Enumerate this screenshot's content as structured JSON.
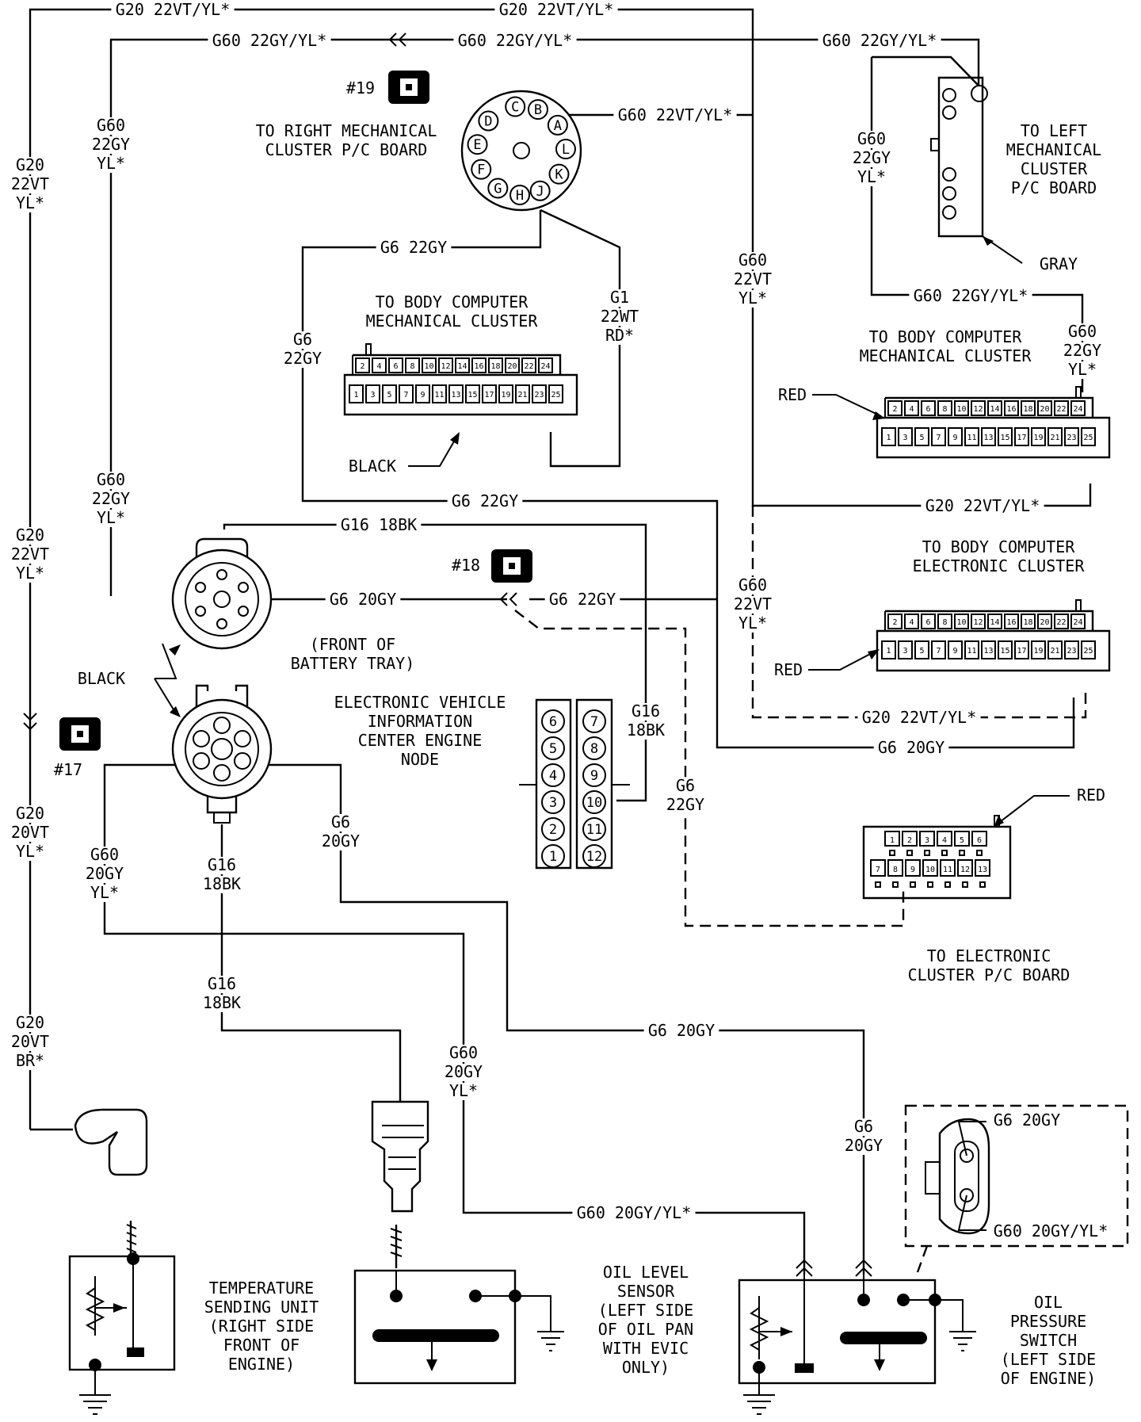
{
  "wires": {
    "g20_22vt_yl": "G20 22VT/YL*",
    "g60_22gy_yl": "G60 22GY/YL*",
    "g60_22vt_yl": "G60 22VT/YL*",
    "g6_22gy": "G6 22GY",
    "g6_20gy": "G6 20GY",
    "g16_18bk": "G16 18BK",
    "g60_20gy_yl": "G60 20GY/YL*",
    "g1": [
      "G1",
      "22WT",
      "RD*"
    ],
    "v_g60_22gy_yl": [
      "G60",
      "22GY",
      "YL*"
    ],
    "v_g20_22vt_yl": [
      "G20",
      "22VT",
      "YL*"
    ],
    "v_g60_22vt_yl": [
      "G60",
      "22VT",
      "YL*"
    ],
    "v_g6_22gy": [
      "G6",
      "22GY"
    ],
    "v_g16_18bk": [
      "G16",
      "18BK"
    ],
    "v_g20_20vt_yl": [
      "G20",
      "20VT",
      "YL*"
    ],
    "v_g20_20vt_br": [
      "G20",
      "20VT",
      "BR*"
    ],
    "v_g60_20gy_yl": [
      "G60",
      "20GY",
      "YL*"
    ],
    "v_g6_20gy": [
      "G6",
      "20GY"
    ]
  },
  "callouts": {
    "n19": "#19",
    "n18": "#18",
    "n17": "#17"
  },
  "labels": {
    "right_mech_board": [
      "TO RIGHT MECHANICAL",
      "CLUSTER P/C BOARD"
    ],
    "left_mech_board": [
      "TO LEFT",
      "MECHANICAL",
      "CLUSTER",
      "P/C BOARD"
    ],
    "body_comp_mech_a": [
      "TO BODY COMPUTER",
      "MECHANICAL CLUSTER"
    ],
    "body_comp_mech_b": [
      "TO BODY COMPUTER",
      "MECHANICAL CLUSTER"
    ],
    "body_comp_elec": [
      "TO BODY COMPUTER",
      "ELECTRONIC CLUSTER"
    ],
    "battery_tray": [
      "(FRONT OF",
      "BATTERY TRAY)"
    ],
    "evic": [
      "ELECTRONIC VEHICLE",
      "INFORMATION",
      "CENTER ENGINE",
      "NODE"
    ],
    "elec_board": [
      "TO ELECTRONIC",
      "CLUSTER P/C BOARD"
    ],
    "temp_unit": [
      "TEMPERATURE",
      "SENDING UNIT",
      "(RIGHT SIDE",
      "FRONT OF",
      "ENGINE)"
    ],
    "oil_level": [
      "OIL LEVEL",
      "SENSOR",
      "(LEFT SIDE",
      "OF OIL PAN",
      "WITH EVIC",
      "ONLY)"
    ],
    "oil_pressure": [
      "OIL",
      "PRESSURE",
      "SWITCH",
      "(LEFT SIDE",
      "OF ENGINE)"
    ],
    "black": "BLACK",
    "red": "RED",
    "gray": "GRAY"
  },
  "round_connector_pins": [
    "A",
    "B",
    "C",
    "D",
    "E",
    "F",
    "G",
    "H",
    "J",
    "K",
    "L"
  ],
  "connector_25": {
    "top": [
      "2",
      "4",
      "6",
      "8",
      "10",
      "12",
      "14",
      "16",
      "18",
      "20",
      "22",
      "24"
    ],
    "bottom": [
      "1",
      "3",
      "5",
      "7",
      "9",
      "11",
      "13",
      "15",
      "17",
      "19",
      "21",
      "23",
      "25"
    ]
  },
  "connector_13": {
    "top": [
      "1",
      "2",
      "3",
      "4",
      "5",
      "6"
    ],
    "bottom": [
      "7",
      "8",
      "9",
      "10",
      "11",
      "12",
      "13"
    ]
  },
  "evic_pins": {
    "left": [
      "6",
      "5",
      "4",
      "3",
      "2",
      "1"
    ],
    "right": [
      "7",
      "8",
      "9",
      "10",
      "11",
      "12"
    ]
  }
}
